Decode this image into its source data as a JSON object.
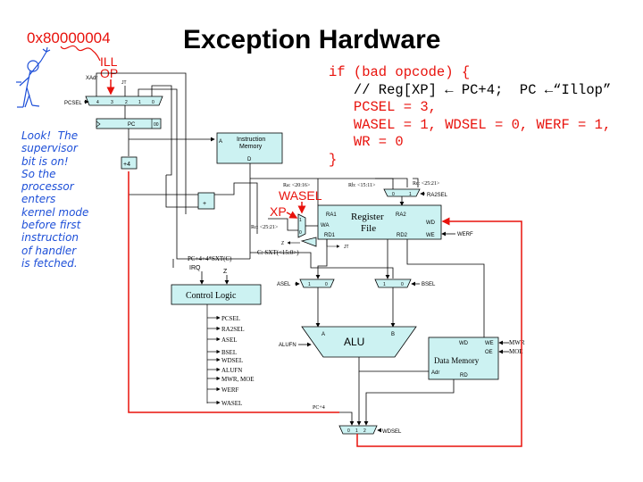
{
  "title": "Exception Hardware",
  "reset_address": "0x80000004",
  "ill_op": [
    "ILL",
    "OP"
  ],
  "code": {
    "line1": "if (bad opcode) {",
    "line2": "   // Reg[XP] ← PC+4;  PC ←“Illop”",
    "line3": "   PCSEL = 3,",
    "line4": "   WASEL = 1, WDSEL = 0, WERF = 1,",
    "line5": "   WR = 0",
    "line6": "}"
  },
  "note": [
    "Look!",
    "The",
    "supervisor",
    "bit is on!",
    "So the",
    "processor",
    "enters",
    "kernel mode",
    "before first",
    "instruction",
    "of handler",
    "is fetched."
  ],
  "diagram": {
    "xadr": "XAdr",
    "jt": "JT",
    "pcsel": "PCSEL",
    "pcmux_inputs": [
      "4",
      "3",
      "2",
      "1",
      "0"
    ],
    "pc": "PC",
    "pc_reg_tag": "00",
    "plus4": "+4",
    "imem_a": "A",
    "imem_title": [
      "Instruction",
      "Memory"
    ],
    "imem_d": "D",
    "ra": "Ra: <20:16>",
    "rb": "Rb: <15:11>",
    "rc_top": "Rc: <25:21>",
    "ra2sel_inputs": [
      "0",
      "1"
    ],
    "ra2sel": "RA2SEL",
    "wasel": "WASEL",
    "xp": "XP",
    "wasel_inputs": [
      "0",
      "1"
    ],
    "rc_left": "Rc: <25:21>",
    "rf": {
      "ra1": "RA1",
      "ra2": "RA2",
      "wa": "WA",
      "wd": "WD",
      "rd1": "RD1",
      "rd2": "RD2",
      "we": "WE",
      "title": [
        "Register",
        "File"
      ]
    },
    "werf": "WERF",
    "z_small": "Z",
    "jt_small": "JT",
    "c_sxt": "C: SXT(<15:0>)",
    "pc_branch": "PC+4+4*SXT(C)",
    "irq": "IRQ",
    "z": "Z",
    "control_logic": "Control Logic",
    "asel": "ASEL",
    "asel_inputs": [
      "1",
      "0"
    ],
    "bsel": "BSEL",
    "bsel_inputs": [
      "1",
      "0"
    ],
    "alu": "ALU",
    "alu_a": "A",
    "alu_b": "B",
    "alufn": "ALUFN",
    "dmem": {
      "wd": "WD",
      "we": "WE",
      "oe": "OE",
      "adr": "Adr",
      "rd": "RD",
      "title": "Data Memory"
    },
    "mwr": "MWR",
    "moe": "MOE",
    "control_outputs": [
      "PCSEL",
      "RA2SEL",
      "ASEL",
      "BSEL",
      "WDSEL",
      "ALUFN",
      "MWR, MOE",
      "WERF",
      "WASEL"
    ],
    "pc4": "PC+4",
    "wdsel_inputs": [
      "0",
      "1",
      "2"
    ],
    "wdsel": "WDSEL"
  },
  "colors": {
    "accent": "#e8120c",
    "fill": "#ccf2f2",
    "note": "#1d4fd8"
  }
}
